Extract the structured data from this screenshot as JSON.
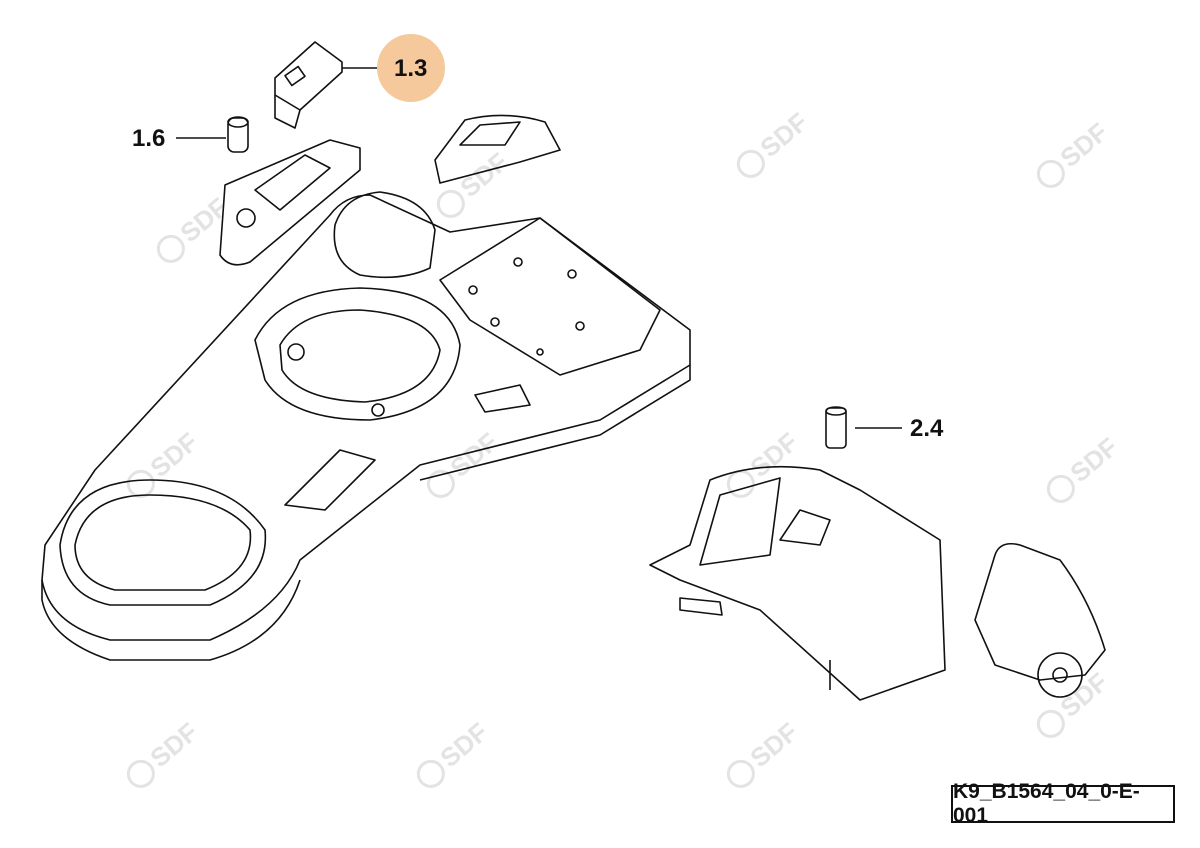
{
  "diagram": {
    "callouts": [
      {
        "id": "1.3",
        "label": "1.3",
        "highlighted": true
      },
      {
        "id": "1.6",
        "label": "1.6",
        "highlighted": false
      },
      {
        "id": "2.4",
        "label": "2.4",
        "highlighted": false
      }
    ],
    "reference_code": "K9_B1564_04_0-E-001",
    "watermark_text": "SDF",
    "highlight_color": "#f5c99b",
    "line_color": "#111111"
  }
}
